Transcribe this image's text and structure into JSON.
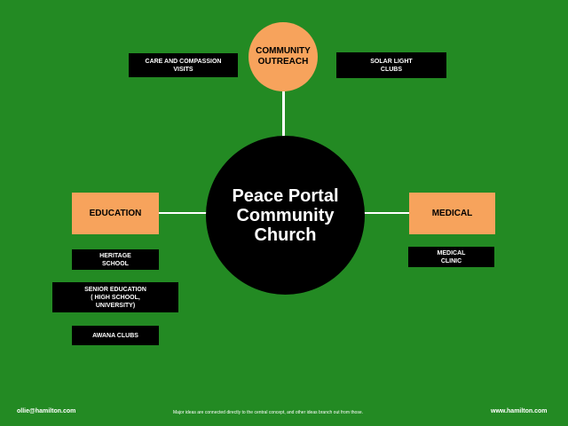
{
  "colors": {
    "background": "#238a23",
    "central_node": "#000000",
    "major_node": "#f7a35c",
    "minor_node": "#000000",
    "connector": "#ffffff"
  },
  "central": {
    "label": "Peace Portal\nCommunity\nChurch"
  },
  "major": {
    "outreach": "COMMUNITY\nOUTREACH",
    "education": "EDUCATION",
    "medical": "MEDICAL"
  },
  "minor": {
    "care": "CARE AND COMPASSION\nVISITS",
    "solar": "SOLAR LIGHT\nCLUBS",
    "heritage": "HERITAGE\nSCHOOL",
    "senior": "SENIOR EDUCATION\n( HIGH SCHOOL,\nUNIVERSITY)",
    "awana": "AWANA CLUBS",
    "clinic": "MEDICAL\nCLINIC"
  },
  "footer": {
    "email": "ollie@hamilton.com",
    "note": "Major ideas are connected directly to the central concept, and other ideas branch out from those.",
    "website": "www.hamilton.com"
  }
}
